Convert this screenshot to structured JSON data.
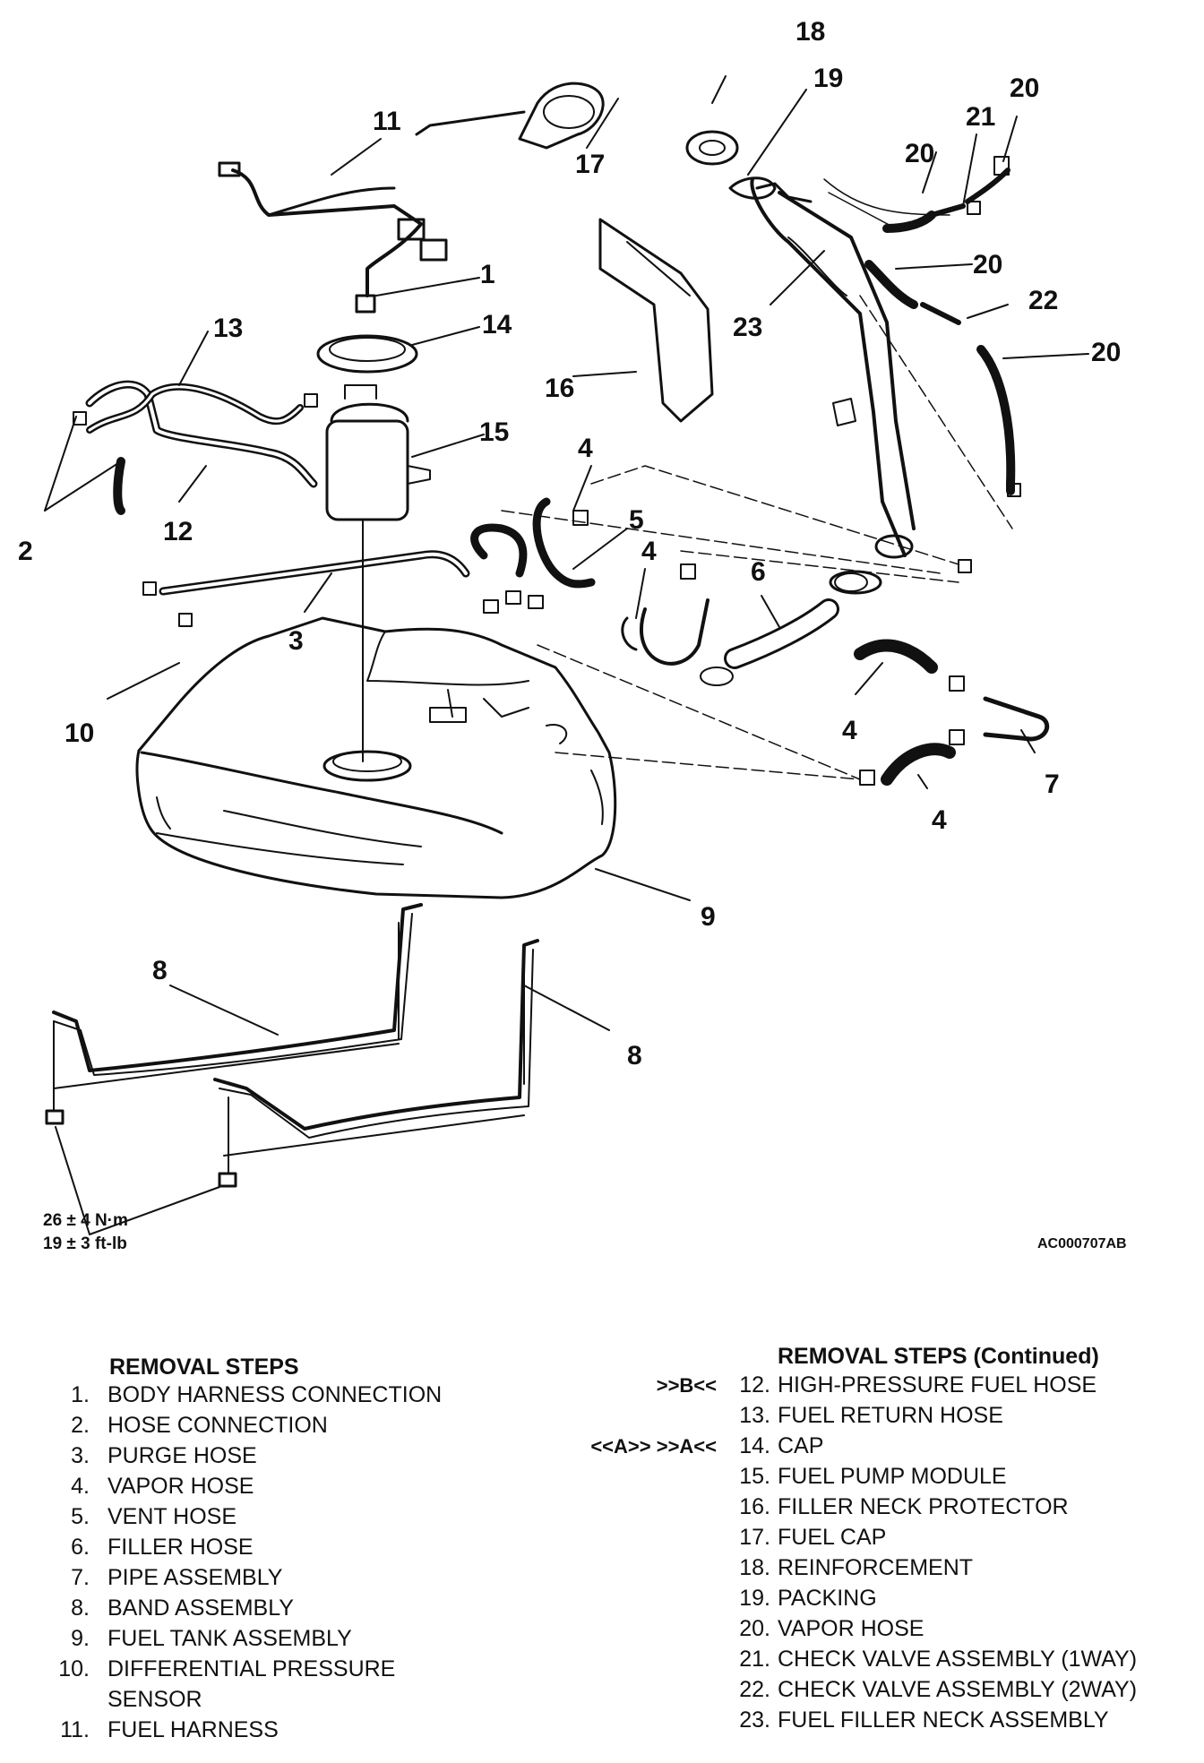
{
  "callouts": [
    {
      "id": "c1",
      "text": "1"
    },
    {
      "id": "c2",
      "text": "2"
    },
    {
      "id": "c3",
      "text": "3"
    },
    {
      "id": "c4a",
      "text": "4"
    },
    {
      "id": "c4b",
      "text": "4"
    },
    {
      "id": "c4c",
      "text": "4"
    },
    {
      "id": "c4d",
      "text": "4"
    },
    {
      "id": "c5",
      "text": "5"
    },
    {
      "id": "c6",
      "text": "6"
    },
    {
      "id": "c7",
      "text": "7"
    },
    {
      "id": "c8a",
      "text": "8"
    },
    {
      "id": "c8b",
      "text": "8"
    },
    {
      "id": "c9",
      "text": "9"
    },
    {
      "id": "c10",
      "text": "10"
    },
    {
      "id": "c11",
      "text": "11"
    },
    {
      "id": "c12",
      "text": "12"
    },
    {
      "id": "c13",
      "text": "13"
    },
    {
      "id": "c14",
      "text": "14"
    },
    {
      "id": "c15",
      "text": "15"
    },
    {
      "id": "c16",
      "text": "16"
    },
    {
      "id": "c17",
      "text": "17"
    },
    {
      "id": "c18",
      "text": "18"
    },
    {
      "id": "c19",
      "text": "19"
    },
    {
      "id": "c20a",
      "text": "20"
    },
    {
      "id": "c20b",
      "text": "20"
    },
    {
      "id": "c20c",
      "text": "20"
    },
    {
      "id": "c20d",
      "text": "20"
    },
    {
      "id": "c21",
      "text": "21"
    },
    {
      "id": "c22",
      "text": "22"
    },
    {
      "id": "c23",
      "text": "23"
    }
  ],
  "torque": {
    "metric": "26 ± 4 N·m",
    "imperial": "19 ± 3 ft-lb"
  },
  "figure_id": "AC000707AB",
  "removal_steps": {
    "title": "REMOVAL STEPS",
    "items": [
      {
        "num": "1.",
        "label": "BODY HARNESS CONNECTION"
      },
      {
        "num": "2.",
        "label": "HOSE CONNECTION"
      },
      {
        "num": "3.",
        "label": "PURGE HOSE"
      },
      {
        "num": "4.",
        "label": "VAPOR HOSE"
      },
      {
        "num": "5.",
        "label": "VENT HOSE"
      },
      {
        "num": "6.",
        "label": "FILLER HOSE"
      },
      {
        "num": "7.",
        "label": "PIPE ASSEMBLY"
      },
      {
        "num": "8.",
        "label": "BAND ASSEMBLY"
      },
      {
        "num": "9.",
        "label": "FUEL TANK ASSEMBLY"
      },
      {
        "num": "10.",
        "label": "DIFFERENTIAL PRESSURE"
      },
      {
        "num": "",
        "label": "SENSOR"
      },
      {
        "num": "11.",
        "label": "FUEL HARNESS"
      }
    ]
  },
  "removal_steps_continued": {
    "title": "REMOVAL STEPS (Continued)",
    "items": [
      {
        "num": "12.",
        "label": "HIGH-PRESSURE FUEL HOSE",
        "mark": ">>B<<"
      },
      {
        "num": "13.",
        "label": "FUEL RETURN HOSE",
        "mark": ""
      },
      {
        "num": "14.",
        "label": "CAP",
        "mark": "<<A>>    >>A<<"
      },
      {
        "num": "15.",
        "label": "FUEL PUMP MODULE",
        "mark": ""
      },
      {
        "num": "16.",
        "label": "FILLER NECK PROTECTOR",
        "mark": ""
      },
      {
        "num": "17.",
        "label": "FUEL CAP",
        "mark": ""
      },
      {
        "num": "18.",
        "label": "REINFORCEMENT",
        "mark": ""
      },
      {
        "num": "19.",
        "label": "PACKING",
        "mark": ""
      },
      {
        "num": "20.",
        "label": "VAPOR HOSE",
        "mark": ""
      },
      {
        "num": "21.",
        "label": "CHECK VALVE ASSEMBLY (1WAY)",
        "mark": ""
      },
      {
        "num": "22.",
        "label": "CHECK VALVE ASSEMBLY (2WAY)",
        "mark": ""
      },
      {
        "num": "23.",
        "label": "FUEL FILLER NECK ASSEMBLY",
        "mark": ""
      }
    ]
  }
}
